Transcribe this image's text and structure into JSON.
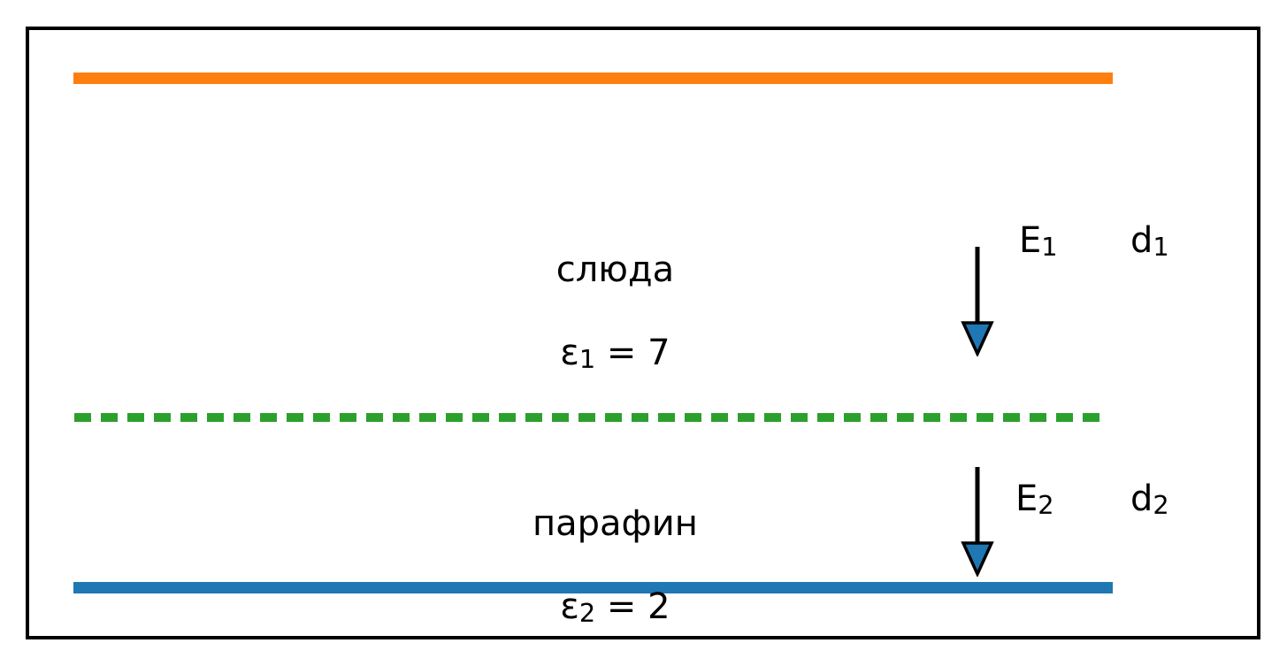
{
  "figure": {
    "background": "#ffffff",
    "border_color": "#000000",
    "description_labels": {
      "layer1_name": "слюда",
      "layer1_epsilon_base": "ε",
      "layer1_epsilon_sub": "1",
      "layer1_epsilon_value": " = 7",
      "layer2_name": "парафин",
      "layer2_epsilon_base": "ε",
      "layer2_epsilon_sub": "2",
      "layer2_epsilon_value": " = 2",
      "field1_base": "E",
      "field1_sub": "1",
      "field2_base": "E",
      "field2_sub": "2",
      "thickness1_base": "d",
      "thickness1_sub": "1",
      "thickness2_base": "d",
      "thickness2_sub": "2"
    }
  },
  "colors": {
    "top_plate": "#ff7f0e",
    "interface_line": "#2ca02c",
    "bottom_plate": "#1f77b4",
    "arrow_head_fill": "#1f77b4",
    "arrow_shaft": "#000000",
    "text": "#000000"
  }
}
